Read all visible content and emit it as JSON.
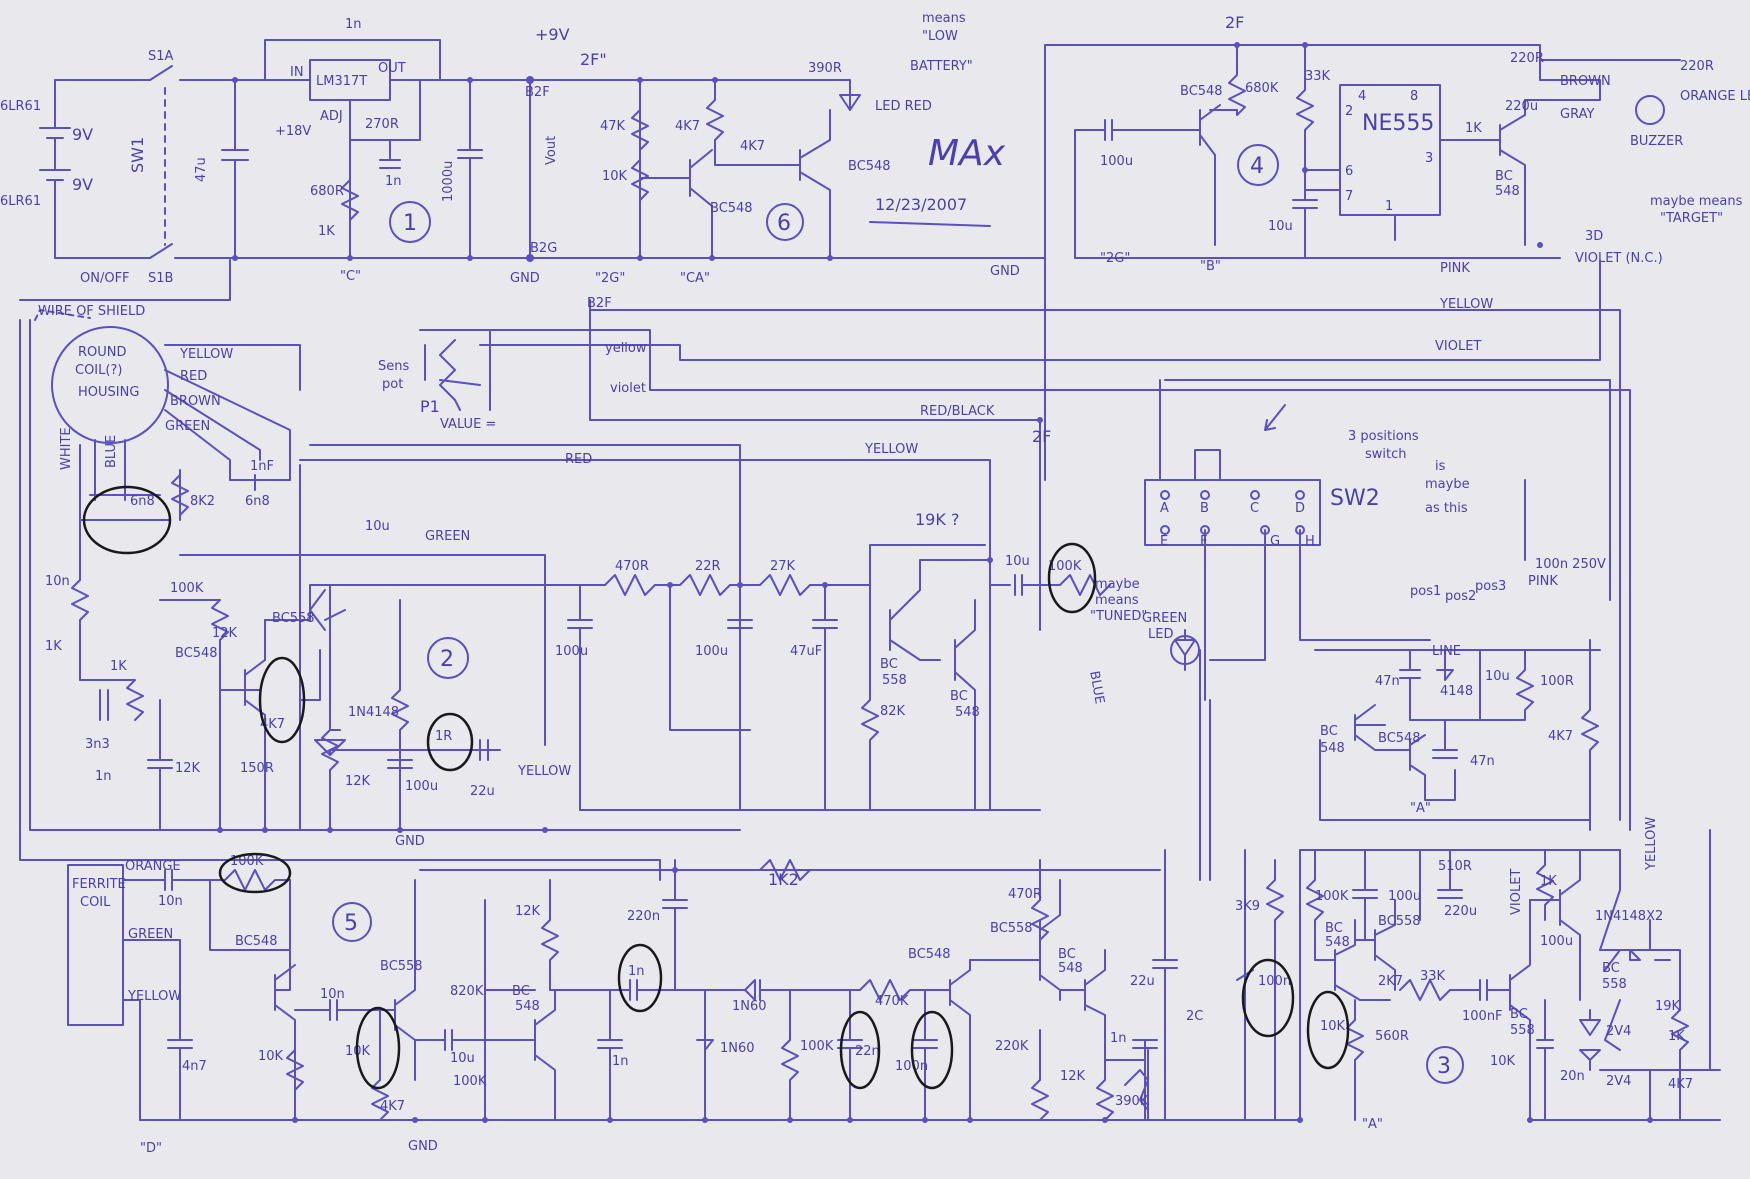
{
  "sheet": {
    "signature": "MAx",
    "date": "12/23/2007"
  },
  "blocks": {
    "b1": "1",
    "b2": "2",
    "b3": "3",
    "b4": "4",
    "b5": "5",
    "b6": "6"
  },
  "power": {
    "bat1": "9V",
    "bat2": "9V",
    "bat_type1": "6LR61",
    "bat_type2": "6LR61",
    "s1a": "S1A",
    "s1b": "S1B",
    "sw1": "SW1",
    "onoff": "ON/OFF",
    "reg": "LM317T",
    "reg_in": "IN",
    "reg_out": "OUT",
    "reg_adj": "ADJ",
    "plus18": "+18V",
    "c_in": "47u",
    "c_1n_top": "1n",
    "r270": "270R",
    "c_1n_adj": "1n",
    "r680": "680R",
    "r1k": "1K",
    "c_out": "1000u",
    "node_c": "\"C\"",
    "plus9": "+9V",
    "b2f": "B2F",
    "vout": "Vout",
    "gnd": "GND",
    "b2g": "B2G",
    "node_2f": "2F\""
  },
  "lowbat": {
    "r390": "390R",
    "note1": "means",
    "note2": "\"LOW",
    "note3": "BATTERY\"",
    "led": "LED RED",
    "r47k": "47K",
    "r10k": "10K",
    "r4k7a": "4K7",
    "r4k7b": "4K7",
    "q1": "BC548",
    "q2": "BC548",
    "node_2g": "\"2G\"",
    "node_ca": "\"CA\""
  },
  "timer": {
    "node_2f": "2F",
    "q": "BC548",
    "r680k": "680K",
    "r33k": "33K",
    "chip": "NE555",
    "p4": "4",
    "p8": "8",
    "p2": "2",
    "p6": "6",
    "p7": "7",
    "p3": "3",
    "p1": "1",
    "c100u": "100u",
    "c10u": "10u",
    "r1k": "1K",
    "q2": "BC",
    "q2b": "548",
    "r220a": "220R",
    "r220b": "220R",
    "c220u": "220u",
    "gray": "GRAY",
    "brown": "BROWN",
    "orange_led": "ORANGE LED",
    "buzzer": "BUZZER",
    "target1": "maybe means",
    "target2": "\"TARGET\"",
    "n_2g": "\"2G\"",
    "n_b": "\"B\"",
    "gnd": "GND",
    "n_3d": "3D",
    "violet_nc": "VIOLET (N.C.)"
  },
  "wires": {
    "pink": "PINK",
    "yellow": "YELLOW",
    "violet": "VIOLET",
    "red_black": "RED/BLACK",
    "n_2f": "2F",
    "red": "RED",
    "yellow2": "YELLOW",
    "green": "GREEN",
    "yellow_small": "yellow",
    "violet_small": "violet",
    "b2f": "B2F",
    "yellow3": "YELLOW",
    "line": "LINE",
    "blue": "BLUE"
  },
  "coil": {
    "shield": "WIRE OF SHIELD",
    "t1": "ROUND",
    "t2": "COIL(?)",
    "t3": "HOUSING",
    "yellow": "YELLOW",
    "red": "RED",
    "brown": "BROWN",
    "green": "GREEN",
    "white": "WHITE",
    "blue": "BLUE",
    "c6n8": "6n8",
    "r8k2": "8K2",
    "c1nf": "1nF",
    "c6n8b": "6n8"
  },
  "pot": {
    "t1": "Sens",
    "t2": "pot",
    "p1": "P1",
    "value": "VALUE ="
  },
  "amp": {
    "c10n": "10n",
    "r100k": "100K",
    "r12k": "12K",
    "q1": "BC548",
    "q2": "BC558",
    "r1ka": "1K",
    "r1kb": "1K",
    "r4k7": "4K7",
    "d": "1N4148",
    "c3n3": "3n3",
    "c1n": "1n",
    "r12kb": "12K",
    "r150": "150R",
    "r1r": "1R",
    "r12kc": "12K",
    "c100u": "100u",
    "c22u": "22u",
    "gnd": "GND",
    "c10u_green": "10u"
  },
  "filter": {
    "r470": "470R",
    "r22": "22R",
    "r27k": "27K",
    "c100u_a": "100u",
    "c100u_b": "100u",
    "c47uf": "47uF",
    "r19k": "19K ?",
    "q1": "BC",
    "q1b": "558",
    "q2": "BC",
    "q2b": "548",
    "r82k": "82K",
    "c10u": "10u",
    "r100k": "100K"
  },
  "sw2": {
    "t1": "3 positions",
    "t2": "switch",
    "name": "SW2",
    "a": "A",
    "b": "B",
    "c": "C",
    "d": "D",
    "e": "E",
    "f": "F",
    "g": "G",
    "h": "H",
    "maybe": "is",
    "maybe2": "maybe",
    "maybe3": "as this",
    "pos1": "pos1",
    "pos2": "pos2",
    "pos3": "pos3",
    "c100n": "100n 250V",
    "pink": "PINK",
    "tuned1": "maybe",
    "tuned2": "means",
    "tuned3": "\"TUNED\"",
    "tuned4": "GREEN",
    "tuned5": "LED"
  },
  "dtct": {
    "c47n": "47n",
    "d": "4148",
    "c10u": "10u",
    "r100": "100R",
    "q1": "BC",
    "q1b": "548",
    "q2": "BC548",
    "c47nb": "47n",
    "r4k7": "4K7",
    "n_a": "\"A\""
  },
  "osc": {
    "ferrite1": "FERRITE",
    "ferrite2": "COIL",
    "orange": "ORANGE",
    "green": "GREEN",
    "yellow": "YELLOW",
    "c10n": "10n",
    "r100k": "100K",
    "q1": "BC548",
    "c4n7": "4n7",
    "r10k": "10K",
    "c10n_b": "10n",
    "r10k_b": "10K",
    "q2": "BC558",
    "r4k7": "4K7",
    "gnd": "GND",
    "r12k": "12K",
    "r820k": "820K",
    "q3": "BC",
    "q3b": "548",
    "c10u": "10u",
    "r100k_b": "100K",
    "c220n": "220n",
    "r1k2": "1K2",
    "c1n": "1n",
    "c1n_b": "1n",
    "d1": "1N60",
    "d2": "1N60",
    "r100k_c": "100K",
    "c22n": "22n",
    "r470k": "470K",
    "c100n": "100n",
    "q4": "BC548",
    "r470": "470R",
    "q5": "BC558",
    "q6": "BC",
    "q6b": "548",
    "r220k": "220K",
    "r12k_b": "12K",
    "c22u": "22u",
    "c1n_c": "1n",
    "r390k": "390K",
    "n_2c": "2C",
    "n_d": "\"D\""
  },
  "out": {
    "r3k9": "3K9",
    "c100n": "100n",
    "r10k": "10K",
    "r100k": "100K",
    "c100u": "100u",
    "r510": "510R",
    "c220u": "220u",
    "violet": "VIOLET",
    "yellow": "YELLOW",
    "r1k": "1K",
    "c100u_b": "100u",
    "q1": "BC",
    "q1b": "548",
    "q2": "BC558",
    "r2k7": "2K7",
    "r560": "560R",
    "r33k": "33K",
    "c100nf": "100nF",
    "q3": "BC",
    "q3b": "558",
    "q4": "BC",
    "q4b": "558",
    "d": "1N4148X2",
    "r10k_b": "10K",
    "r1kb": "1K",
    "r4k7": "4K7",
    "r19k": "19K",
    "z1": "2V4",
    "z2": "2V4",
    "c20n": "20n",
    "n_a": "\"A\""
  }
}
